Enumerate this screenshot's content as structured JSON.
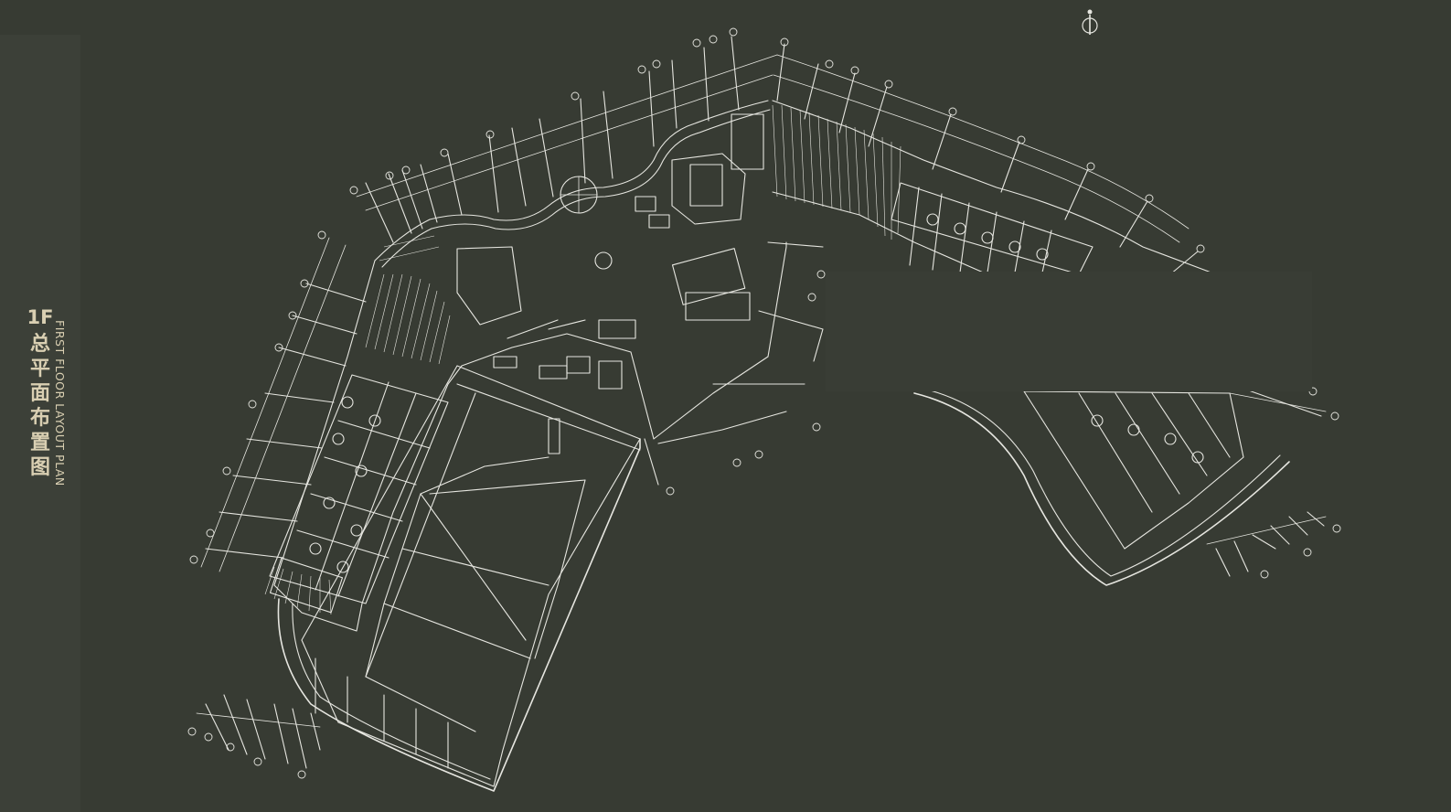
{
  "title": {
    "floor": "1F",
    "chinese": "总平面布置图",
    "english": "FIRST FLOOR LAYOUT PLAN"
  },
  "icons": {
    "north": "north-arrow-icon"
  },
  "colors": {
    "background": "#373b33",
    "side_panel": "#3c4038",
    "title_text": "#d9cfb2",
    "linework": "#e6e6e0",
    "mask": "#393d35"
  }
}
